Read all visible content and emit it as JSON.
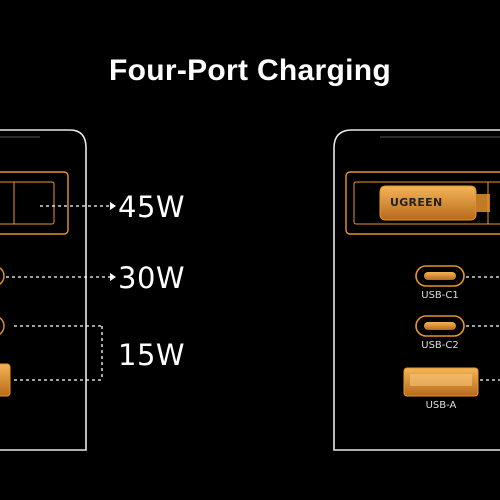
{
  "title": "Four-Port Charging",
  "wattages": {
    "port1": "45W",
    "port2": "30W",
    "port34": "15W"
  },
  "brand": "UGREEN",
  "ports": [
    {
      "label": "USB-C1"
    },
    {
      "label": "USB-C2"
    },
    {
      "label": "USB-A"
    }
  ],
  "colors": {
    "background": "#000000",
    "accent": "#e8962a",
    "outline": "#ffffff"
  }
}
